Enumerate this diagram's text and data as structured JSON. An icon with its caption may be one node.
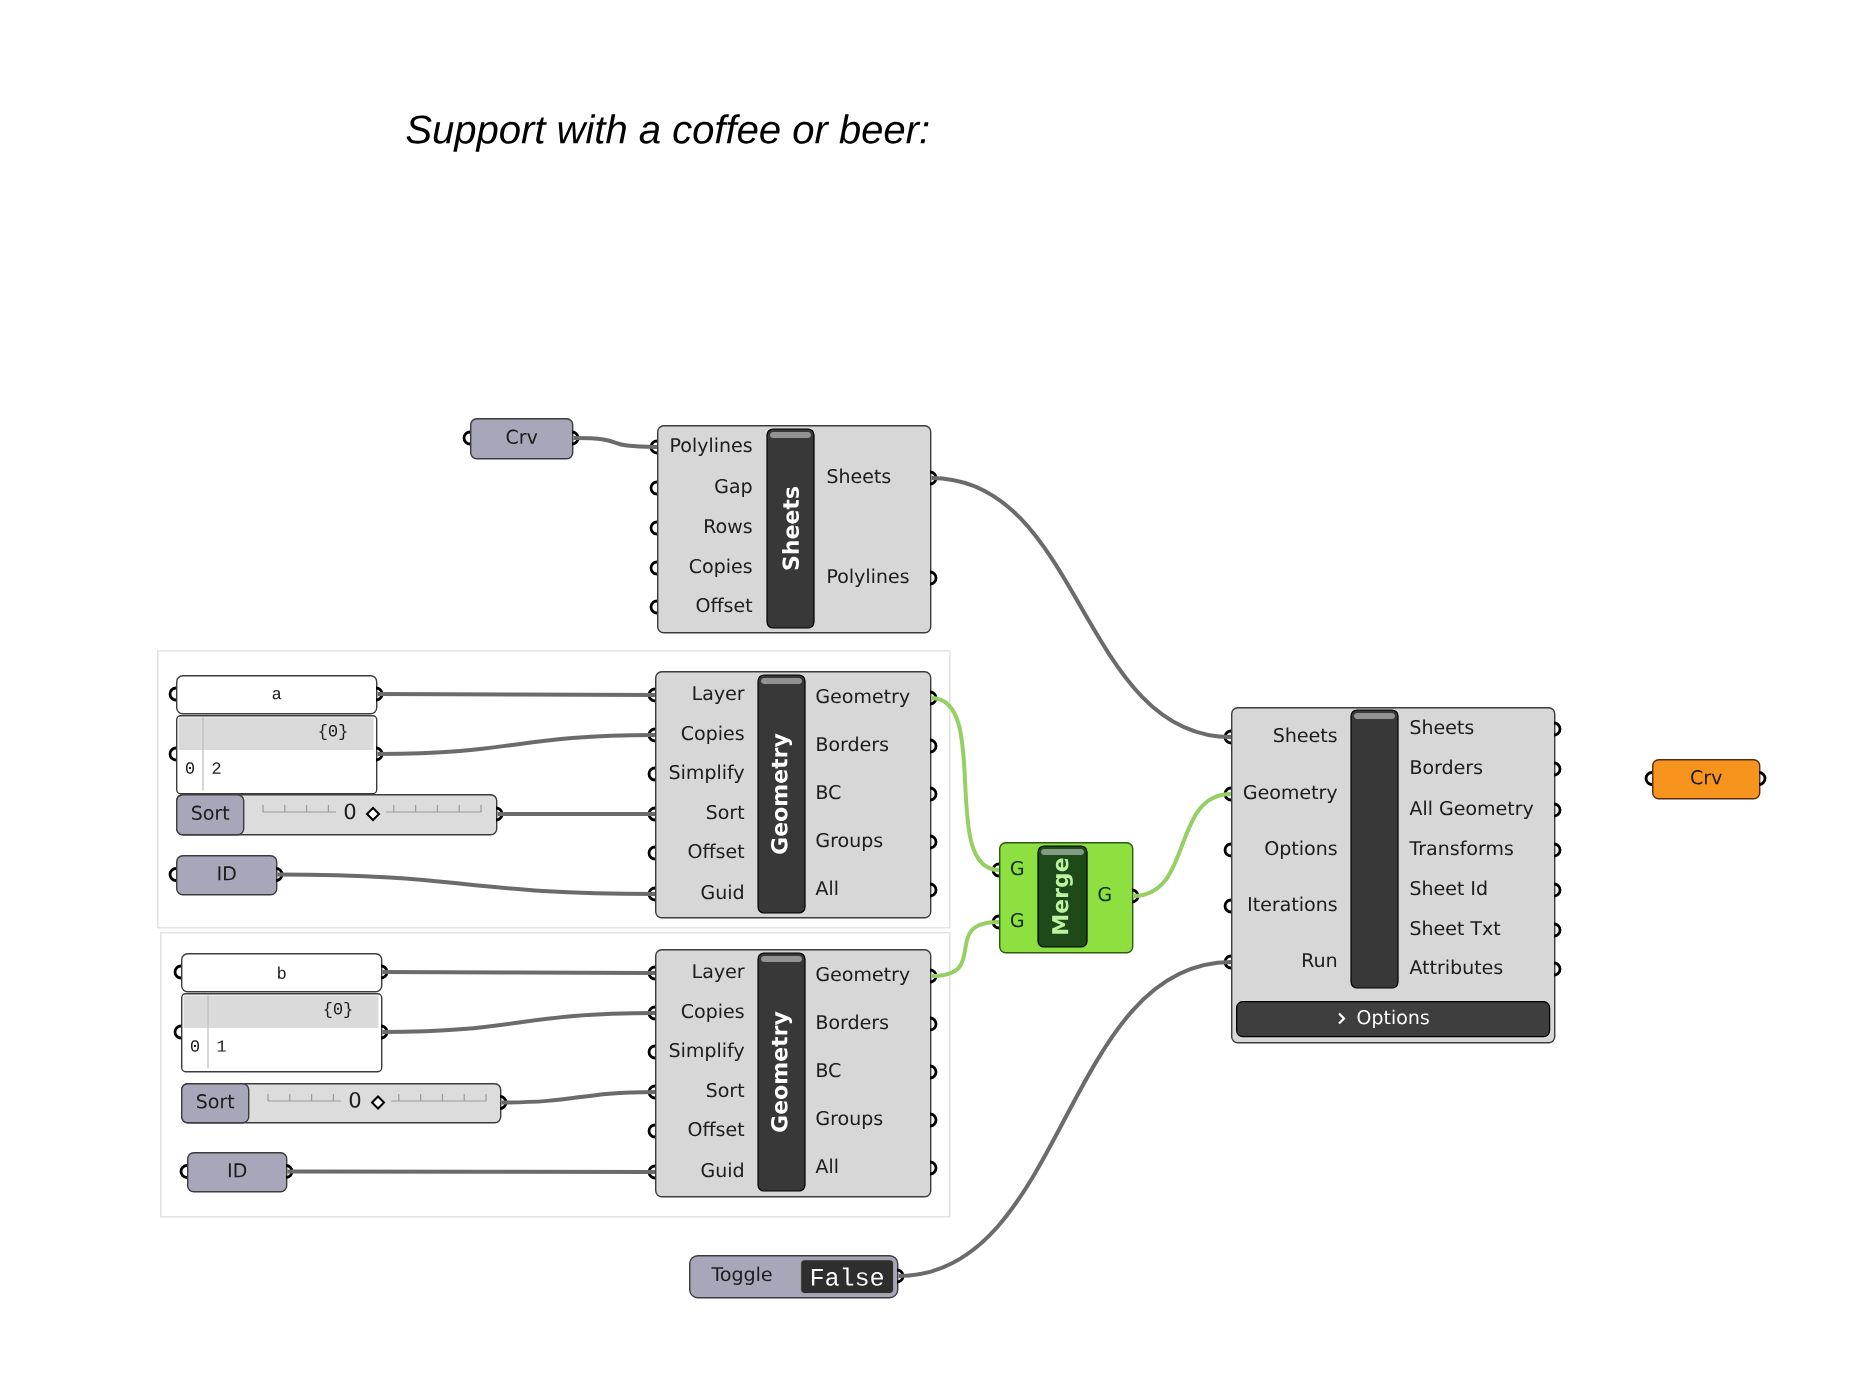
{
  "diagram": {
    "nodes": [
      {
        "text": [
          "Crv"
        ]
      },
      {
        "text": [
          "Sheets",
          "Polylines",
          "Gap",
          "Rows",
          "Copies",
          "Offset",
          "Sheets",
          "Polylines"
        ]
      },
      {
        "text": [],
        "shape": "box"
      },
      {
        "text": [
          "a"
        ],
        "in": 2
      },
      {
        "text": [
          "{0}",
          "0",
          "2"
        ],
        "in": 2
      },
      {
        "text": [
          "Sort",
          "0"
        ],
        "in": 2
      },
      {
        "text": [
          "ID"
        ],
        "in": 2
      },
      {
        "text": [
          "Geometry",
          "Layer",
          "Copies",
          "Simplify",
          "Sort",
          "Offset",
          "Guid",
          "Geometry",
          "Borders",
          "BC",
          "Groups",
          "All"
        ],
        "in": 2
      },
      {
        "text": [
          "Merge",
          "G",
          "G",
          "G"
        ]
      },
      {
        "text": [
          "Sheets",
          "Geometry",
          "Options",
          "Iterations",
          "Run",
          "Sheets",
          "Borders",
          "All Geometry",
          "Transforms",
          "Sheet Id",
          "Sheet Txt",
          "Attributes"
        ]
      },
      {
        "text": [
          "Options"
        ],
        "in": 9
      },
      {
        "text": [
          "Crv"
        ]
      },
      {
        "text": [],
        "shape": "box"
      },
      {
        "text": [
          "b"
        ],
        "in": 12
      },
      {
        "text": [
          "{0}",
          "0",
          "1"
        ],
        "in": 12
      },
      {
        "text": [
          "Sort",
          "0"
        ],
        "in": 12
      },
      {
        "text": [
          "ID"
        ],
        "in": 12
      },
      {
        "text": [
          "Geometry",
          "Layer",
          "Copies",
          "Simplify",
          "Sort",
          "Offset",
          "Guid",
          "Geometry",
          "Borders",
          "BC",
          "Groups",
          "All"
        ],
        "in": 12
      },
      {
        "text": [
          "Toggle",
          "False"
        ]
      }
    ],
    "edges": [
      {
        "from": 0,
        "to": 1,
        "arrow": "none"
      },
      {
        "from": 1,
        "to": 9,
        "arrow": "none"
      },
      {
        "from": 3,
        "to": 7,
        "arrow": "none"
      },
      {
        "from": 4,
        "to": 7,
        "arrow": "none"
      },
      {
        "from": 5,
        "to": 7,
        "arrow": "none"
      },
      {
        "from": 6,
        "to": 7,
        "arrow": "none"
      },
      {
        "from": 7,
        "to": 8,
        "arrow": "none",
        "color": "#96cf64"
      },
      {
        "from": 17,
        "to": 8,
        "arrow": "none",
        "color": "#96cf64"
      },
      {
        "from": 8,
        "to": 9,
        "arrow": "none",
        "color": "#96cf64"
      },
      {
        "from": 13,
        "to": 17,
        "arrow": "none"
      },
      {
        "from": 14,
        "to": 17,
        "arrow": "none"
      },
      {
        "from": 15,
        "to": 17,
        "arrow": "none"
      },
      {
        "from": 16,
        "to": 17,
        "arrow": "none"
      },
      {
        "from": 18,
        "to": 9,
        "arrow": "none"
      }
    ],
    "labels": [
      "Support with a coffee or beer:"
    ]
  }
}
